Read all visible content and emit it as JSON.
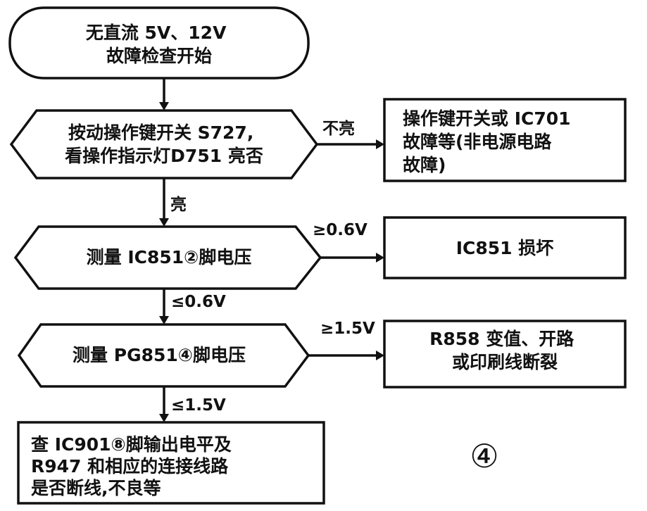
{
  "nodes": {
    "start": {
      "lines": [
        "无直流 5V、12V",
        "故障检查开始"
      ]
    },
    "press_key": {
      "lines": [
        "按动操作键开关 S727,",
        "看操作指示灯D751 亮否"
      ]
    },
    "key_fault": {
      "lines": [
        "操作键开关或 IC701",
        "故障等(非电源电路",
        "故障)"
      ]
    },
    "measure_ic851": {
      "lines": [
        "测量 IC851②脚电压"
      ]
    },
    "ic851_bad": {
      "lines": [
        "IC851 损坏"
      ]
    },
    "measure_pg851": {
      "lines": [
        "测量 PG851④脚电压"
      ]
    },
    "r858_fault": {
      "lines": [
        "R858 变值、开路",
        "或印刷线断裂"
      ]
    },
    "check_ic901": {
      "lines": [
        "查 IC901⑧脚输出电平及",
        "R947 和相应的连接线路",
        "是否断线,不良等"
      ]
    }
  },
  "edges": {
    "not_lit": "不亮",
    "lit": "亮",
    "ge_06": "≥0.6V",
    "le_06": "≤0.6V",
    "ge_15": "≥1.5V",
    "le_15": "≤1.5V"
  },
  "figure_label": "④"
}
